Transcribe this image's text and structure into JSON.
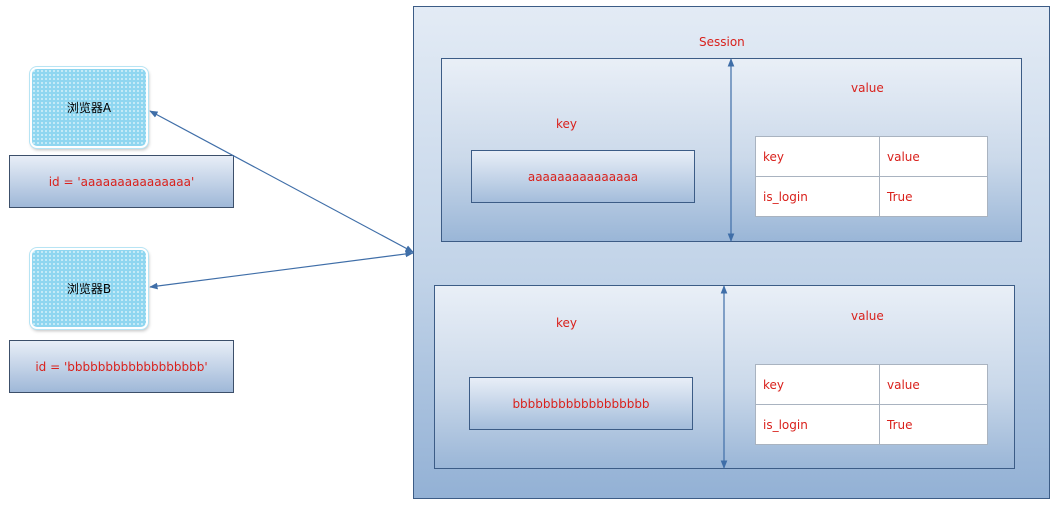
{
  "browsers": [
    {
      "label": "浏览器A",
      "id_text": "id = 'aaaaaaaaaaaaaaa'"
    },
    {
      "label": "浏览器B",
      "id_text": "id = 'bbbbbbbbbbbbbbbbbb'"
    }
  ],
  "session": {
    "title": "Session",
    "entries": [
      {
        "key_label": "key",
        "key_value": "aaaaaaaaaaaaaaa",
        "value_label": "value",
        "table": {
          "header": [
            "key",
            "value"
          ],
          "rows": [
            [
              "is_login",
              "True"
            ]
          ]
        }
      },
      {
        "key_label": "key",
        "key_value": "bbbbbbbbbbbbbbbbbb",
        "value_label": "value",
        "table": {
          "header": [
            "key",
            "value"
          ],
          "rows": [
            [
              "is_login",
              "True"
            ]
          ]
        }
      }
    ]
  },
  "colors": {
    "text_red": "#d9211c",
    "arrow_blue": "#3f6ea8",
    "browser_fill": "#8fd6f0",
    "box_border": "#3c5c86"
  }
}
